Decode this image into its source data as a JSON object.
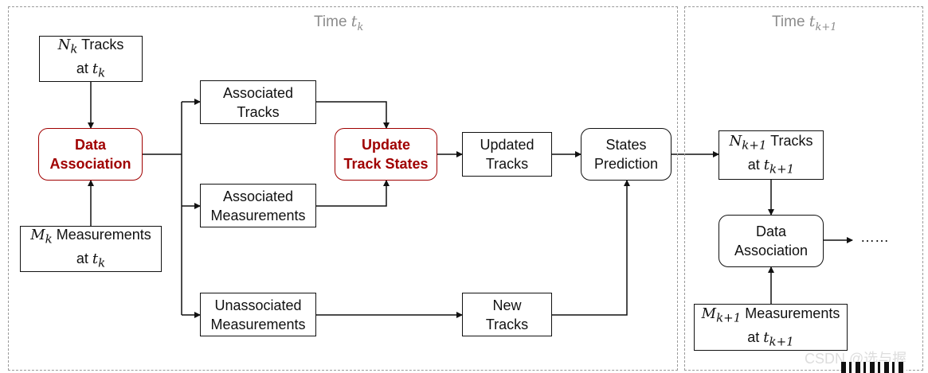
{
  "panels": {
    "tk": {
      "title_text": "Time ",
      "title_var": "t",
      "title_sub": "k"
    },
    "tk1": {
      "title_text": "Time ",
      "title_var": "t",
      "title_sub": "k+1"
    }
  },
  "boxes": {
    "nk_tracks": {
      "var": "N",
      "sub": "k",
      "line1_rest": " Tracks",
      "line2_pre": "at ",
      "line2_var": "t",
      "line2_sub": "k"
    },
    "data_association": {
      "line1": "Data",
      "line2": "Association"
    },
    "mk_measurements": {
      "var": "M",
      "sub": "k",
      "line1_rest": " Measurements",
      "line2_pre": "at ",
      "line2_var": "t",
      "line2_sub": "k"
    },
    "associated_tracks": {
      "line1": "Associated",
      "line2": "Tracks"
    },
    "associated_measurements": {
      "line1": "Associated",
      "line2": "Measurements"
    },
    "unassociated_measurements": {
      "line1": "Unassociated",
      "line2": "Measurements"
    },
    "update_track_states": {
      "line1": "Update",
      "line2": "Track States"
    },
    "updated_tracks": {
      "line1": "Updated",
      "line2": "Tracks"
    },
    "new_tracks": {
      "line1": "New",
      "line2": "Tracks"
    },
    "states_prediction": {
      "line1": "States",
      "line2": "Prediction"
    },
    "nk1_tracks": {
      "var": "N",
      "sub": "k+1",
      "line1_rest": " Tracks",
      "line2_pre": "at ",
      "line2_var": "t",
      "line2_sub": "k+1"
    },
    "data_association_next": {
      "line1": "Data",
      "line2": "Association"
    },
    "mk1_measurements": {
      "var": "M",
      "sub": "k+1",
      "line1_rest": " Measurements",
      "line2_pre": "at ",
      "line2_var": "t",
      "line2_sub": "k+1"
    }
  },
  "continuation": "……",
  "watermark": "CSDN @选与握",
  "colors": {
    "highlight": "#a00000",
    "line": "#111111",
    "panel_border": "#9a9a9a"
  }
}
